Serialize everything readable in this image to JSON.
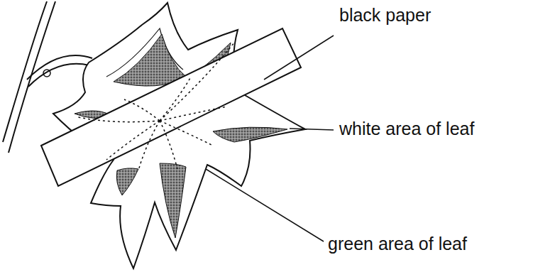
{
  "diagram": {
    "labels": [
      "black paper",
      "white area of leaf",
      "green area of leaf"
    ]
  }
}
